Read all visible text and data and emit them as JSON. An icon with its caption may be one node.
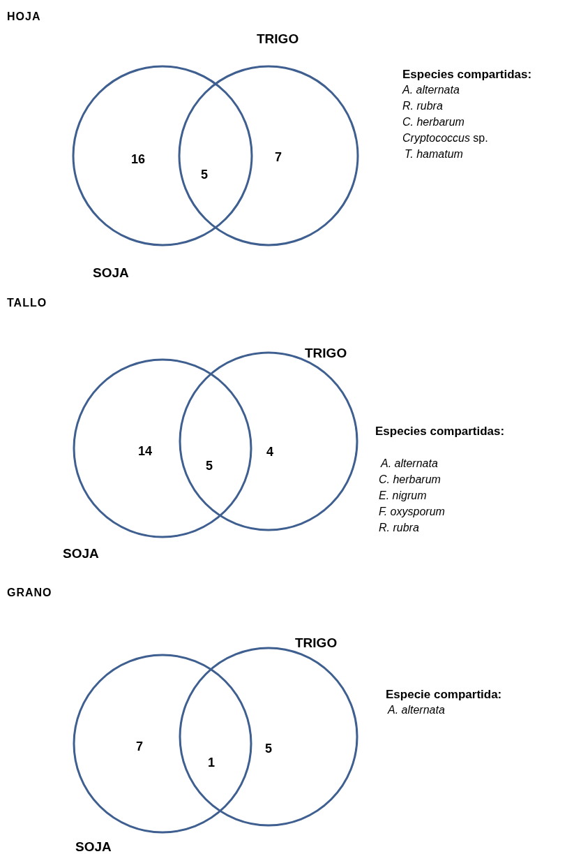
{
  "diagram": {
    "nodes": [
      {
        "text": [
          "16"
        ],
        "beside": [
          "SOJA"
        ]
      },
      {
        "text": [
          "7"
        ],
        "beside": [
          "TRIGO"
        ]
      },
      {
        "text": [
          "14"
        ],
        "beside": [
          "SOJA"
        ]
      },
      {
        "text": [
          "4"
        ],
        "beside": [
          "TRIGO"
        ]
      },
      {
        "text": [
          "7"
        ],
        "beside": [
          "SOJA"
        ]
      },
      {
        "text": [
          "5"
        ],
        "beside": [
          "TRIGO"
        ]
      }
    ],
    "labels": [
      "HOJA",
      "5",
      "Especies compartidas:",
      "A. alternata",
      "R. rubra",
      "C. herbarum",
      "*Cryptococcus* sp.",
      "T. hamatum",
      "TALLO",
      "5",
      "Especies compartidas:",
      "A. alternata",
      "C. herbarum",
      "E. nigrum",
      "F. oxysporum",
      "R. rubra",
      "GRANO",
      "1",
      "Especie compartida:",
      "A. alternata"
    ]
  }
}
